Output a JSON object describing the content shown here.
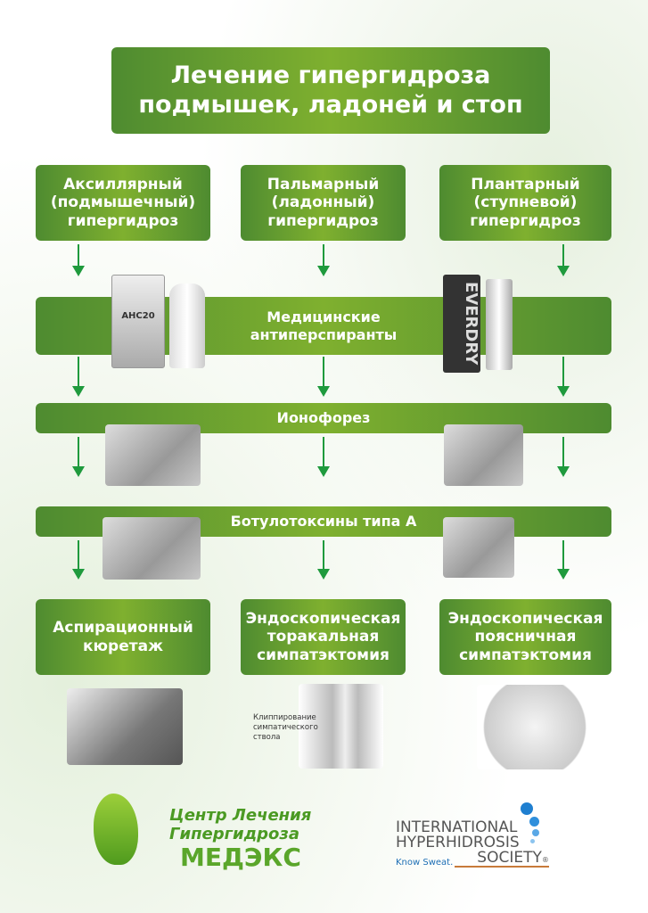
{
  "title": "Лечение гипергидроза подмышек, ладоней и стоп",
  "types": [
    "Аксиллярный (подмышечный) гипергидроз",
    "Пальмарный (ладонный) гипергидроз",
    "Плантарный (ступневой) гипергидроз"
  ],
  "treatments": [
    "Медицинские антиперспиранты",
    "Ионофорез",
    "Ботулотоксины типа А"
  ],
  "surgery": [
    "Аспирационный кюретаж",
    "Эндоскопическая торакальная симпатэктомия",
    "Эндоскопическая поясничная симпатэктомия"
  ],
  "products": {
    "left": "AHC20",
    "right": "EVERDRY"
  },
  "clip_caption": "Клиппирование симпатического ствола",
  "logo_left": {
    "line1": "Центр Лечения",
    "line2": "Гипергидроза",
    "line3": "МЕДЭКС"
  },
  "logo_right": {
    "line1": "INTERNATIONAL",
    "line2": "HYPERHIDROSIS",
    "line3": "SOCIETY",
    "tagline": "Know Sweat.",
    "mark": "®"
  }
}
